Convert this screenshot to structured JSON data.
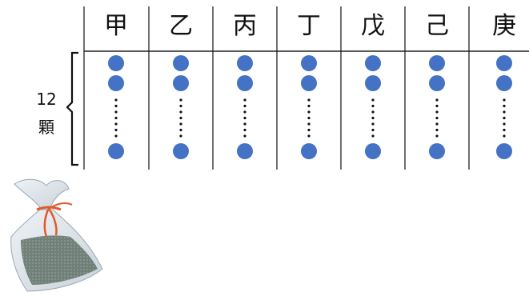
{
  "columns": [
    "甲",
    "乙",
    "丙",
    "丁",
    "戊",
    "己",
    "庚"
  ],
  "count_label": {
    "number": "12",
    "unit": "顆"
  },
  "colors": {
    "dot": "#4472c4",
    "line": "#222222"
  },
  "icons": {
    "bag": "mesh-bag-with-ribbon"
  }
}
